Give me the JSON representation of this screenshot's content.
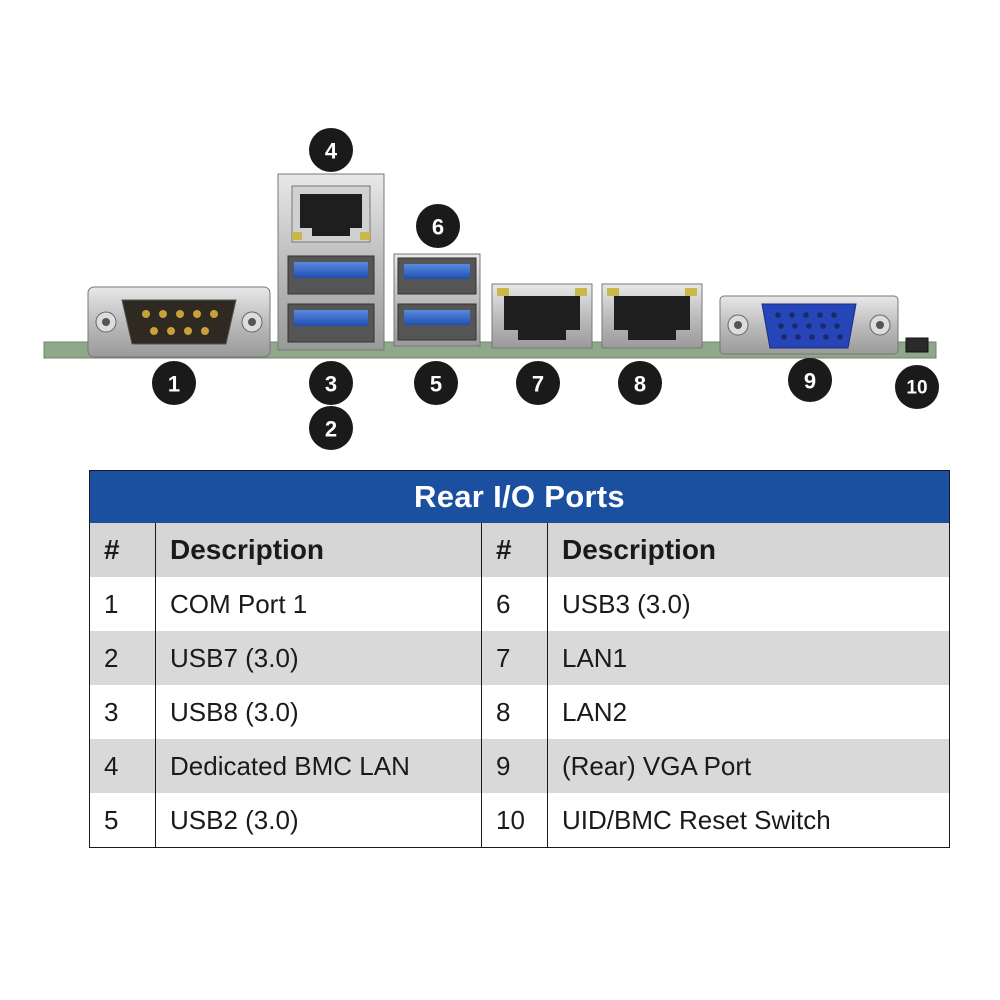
{
  "colors": {
    "title_bar": "#1b4fa0",
    "header_bg": "#d6d6d6",
    "stripe_bg": "#d9d9d9",
    "callout": "#1a1a1a",
    "usb3_blue": "#2a63c9",
    "vga_blue": "#2545b8",
    "board_green": "#8fa88a"
  },
  "icons": [
    "serial-port-icon",
    "rj45-port-icon",
    "usb3-port-icon",
    "vga-port-icon",
    "uid-switch-icon"
  ],
  "callouts": [
    "1",
    "2",
    "3",
    "4",
    "5",
    "6",
    "7",
    "8",
    "9",
    "10"
  ],
  "table": {
    "title": "Rear I/O Ports",
    "headers": {
      "num_left": "#",
      "desc_left": "Description",
      "num_right": "#",
      "desc_right": "Description"
    },
    "rows": [
      {
        "num_left": "1",
        "desc_left": "COM Port 1",
        "num_right": "6",
        "desc_right": "USB3 (3.0)"
      },
      {
        "num_left": "2",
        "desc_left": "USB7 (3.0)",
        "num_right": "7",
        "desc_right": "LAN1"
      },
      {
        "num_left": "3",
        "desc_left": "USB8 (3.0)",
        "num_right": "8",
        "desc_right": "LAN2"
      },
      {
        "num_left": "4",
        "desc_left": "Dedicated BMC LAN",
        "num_right": "9",
        "desc_right": "(Rear) VGA Port"
      },
      {
        "num_left": "5",
        "desc_left": "USB2 (3.0)",
        "num_right": "10",
        "desc_right": "UID/BMC Reset Switch"
      }
    ]
  }
}
